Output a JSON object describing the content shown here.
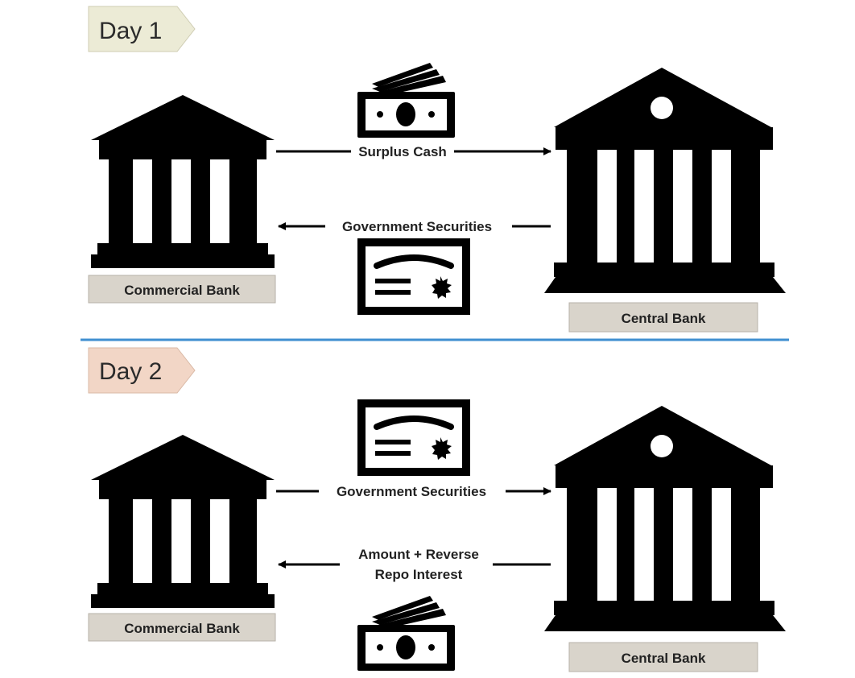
{
  "day1": {
    "tag": "Day 1",
    "tag_color": "#ecebd6",
    "left_bank_label": "Commercial Bank",
    "right_bank_label": "Central Bank",
    "arrow_right_label": "Surplus Cash",
    "arrow_left_label": "Government Securities",
    "top_icon": "cash-stack-icon",
    "bottom_icon": "certificate-icon"
  },
  "day2": {
    "tag": "Day 2",
    "tag_color": "#f2d6c6",
    "left_bank_label": "Commercial Bank",
    "right_bank_label": "Central Bank",
    "arrow_right_label": "Government Securities",
    "arrow_left_label_line1": "Amount + Reverse",
    "arrow_left_label_line2": "Repo Interest",
    "top_icon": "certificate-icon",
    "bottom_icon": "cash-stack-icon"
  },
  "colors": {
    "label_box": "#d9d4cb",
    "divider": "#3f8fd0",
    "icon": "#000000"
  }
}
